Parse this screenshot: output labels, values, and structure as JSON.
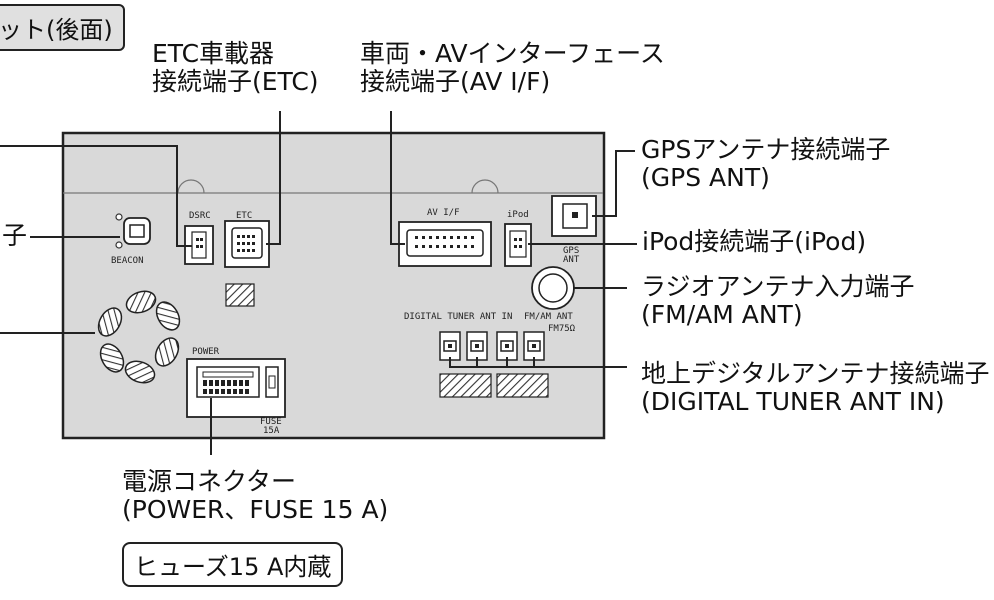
{
  "title_box": "ット(後面)",
  "labels": {
    "etc": [
      "ETC車載器",
      "接続端子(ETC)"
    ],
    "av_if": [
      "車両・AVインターフェース",
      "接続端子(AV I/F)"
    ],
    "gps": [
      "GPSアンテナ接続端子",
      "(GPS ANT)"
    ],
    "ipod": "iPod接続端子(iPod)",
    "radio": [
      "ラジオアンテナ入力端子",
      "(FM/AM ANT)"
    ],
    "digital": [
      "地上デジタルアンテナ接続端子",
      "(DIGITAL TUNER ANT IN)"
    ],
    "power": [
      "電源コネクター",
      "(POWER、FUSE 15 A)"
    ],
    "left_partial": "子"
  },
  "note_box": "ヒューズ15 A内蔵",
  "panel_text": {
    "dsrc": "DSRC",
    "etc": "ETC",
    "av_if": "AV I/F",
    "ipod": "iPod",
    "gps_ant": [
      "GPS",
      "ANT"
    ],
    "beacon": "BEACON",
    "digital_tuner": "DIGITAL TUNER ANT IN",
    "fm_am": "FM/AM ANT",
    "fm75": "FM75Ω",
    "power": "POWER",
    "fuse": [
      "FUSE",
      "15A"
    ]
  }
}
